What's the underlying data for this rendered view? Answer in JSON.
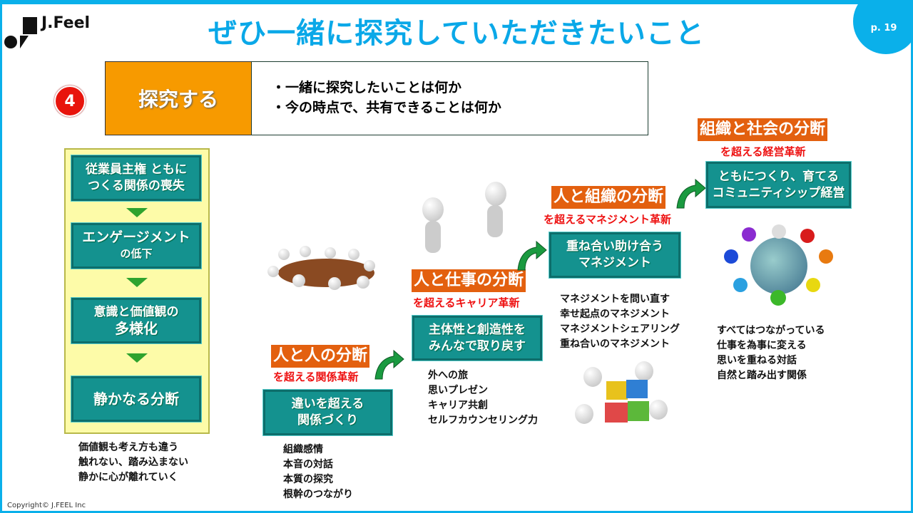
{
  "logo": {
    "text": "J.Feel"
  },
  "title": "ぜひ一緒に探究していただきたいこと",
  "page": "p. 19",
  "step": {
    "number": "4",
    "label": "探究する",
    "points": [
      "・一緒に探究したいことは何か",
      "・今の時点で、共有できることは何か"
    ]
  },
  "left_flow": {
    "boxes": [
      [
        "従業員主権 ともに",
        "つくる関係の喪失"
      ],
      [
        "エンゲージメント",
        "の低下"
      ],
      [
        "意識と価値観の",
        "多様化"
      ],
      [
        "静かなる分断"
      ]
    ],
    "notes": [
      "価値観も考え方も違う",
      "触れない、踏み込まない",
      "静かに心が離れていく"
    ]
  },
  "stages": [
    {
      "divide": "人と人の分断",
      "beyond": "を超える関係革新",
      "box": [
        "違いを超える",
        "関係づくり"
      ],
      "items": [
        "組織感情",
        "本音の対話",
        "本質の探究",
        "根幹のつながり"
      ]
    },
    {
      "divide": "人と仕事の分断",
      "beyond": "を超えるキャリア革新",
      "box": [
        "主体性と創造性を",
        "みんなで取り戻す"
      ],
      "items": [
        "外への旅",
        "思いプレゼン",
        "キャリア共創",
        "セルフカウンセリング力"
      ]
    },
    {
      "divide": "人と組織の分断",
      "beyond": "を超えるマネジメント革新",
      "box": [
        "重ね合い助け合う",
        "マネジメント"
      ],
      "items": [
        "マネジメントを問い直す",
        "幸せ起点のマネジメント",
        "マネジメントシェアリング",
        "重ね合いのマネジメント"
      ]
    },
    {
      "divide": "組織と社会の分断",
      "beyond": "を超える経営革新",
      "box": [
        "ともにつくり、育てる",
        "コミュニティシップ経営"
      ],
      "items": [
        "すべてはつながっている",
        "仕事を為事に変える",
        "思いを重ねる対話",
        "自然と踏み出す関係"
      ]
    }
  ],
  "copyright": "Copyright©  J.FEEL Inc",
  "colors": {
    "accent": "#0ab0ea",
    "orange": "#f79a00",
    "teal": "#14928f",
    "divide": "#e3600f",
    "red": "#ee1111"
  }
}
